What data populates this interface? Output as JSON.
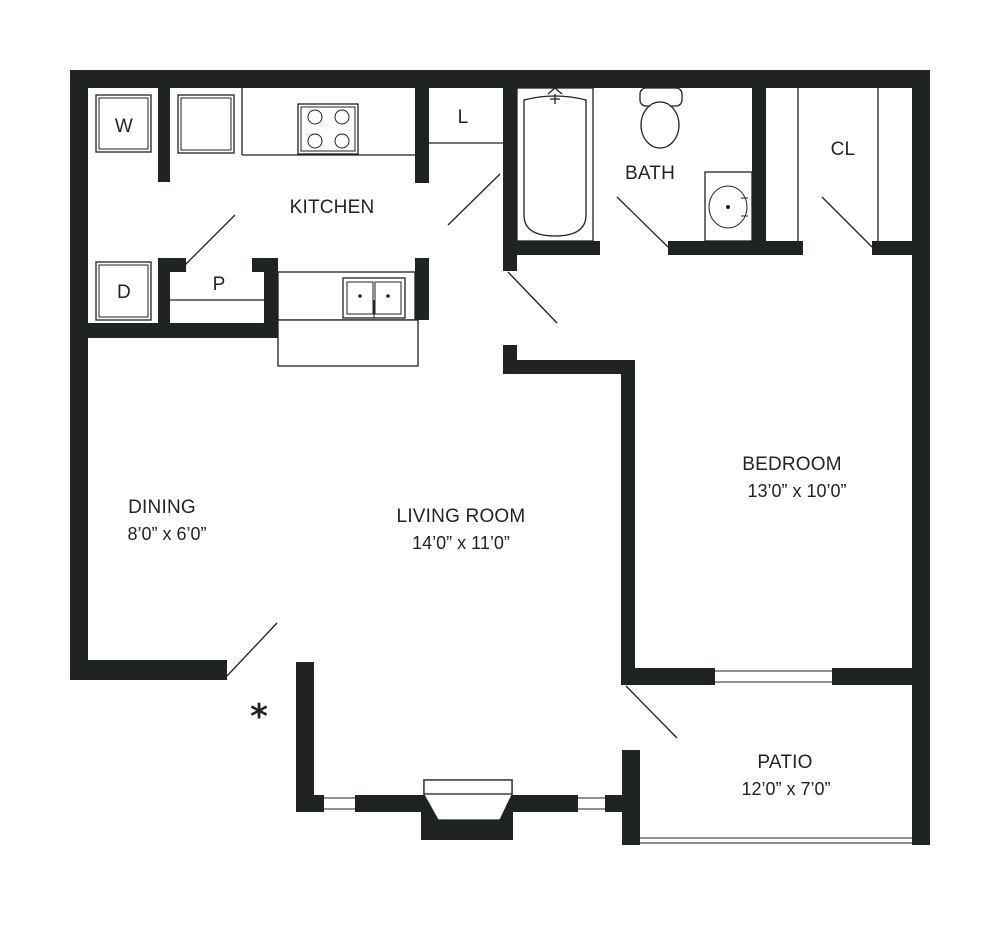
{
  "rooms": {
    "kitchen": {
      "name": "KITCHEN"
    },
    "bath": {
      "name": "BATH"
    },
    "closet": {
      "name": "CL"
    },
    "laundry_washer": {
      "name": "W"
    },
    "laundry_dryer": {
      "name": "D"
    },
    "pantry": {
      "name": "P"
    },
    "linen": {
      "name": "L"
    },
    "dining": {
      "name": "DINING",
      "dims": "8’0” x 6’0”"
    },
    "living": {
      "name": "LIVING ROOM",
      "dims": "14’0” x 11’0”"
    },
    "bedroom": {
      "name": "BEDROOM",
      "dims": "13’0” x 10’0”"
    },
    "patio": {
      "name": "PATIO",
      "dims": "12’0” x 7’0”"
    }
  },
  "entry_marker": "*",
  "colors": {
    "wall": "#1f2321",
    "background": "#ffffff"
  }
}
